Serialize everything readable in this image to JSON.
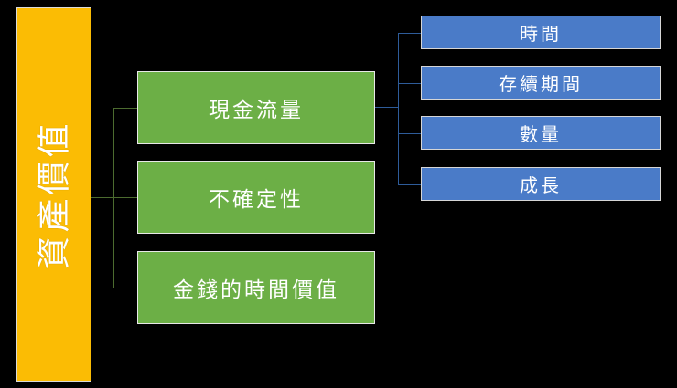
{
  "diagram": {
    "type": "hierarchy-tree",
    "orientation": "left-to-right",
    "background_color": "#000000",
    "root": {
      "label": "資產價值",
      "color": "#FBBC04",
      "text_color": "#FFFFFF",
      "text_orientation": "vertical-rotated-90ccw"
    },
    "level2": {
      "color": "#6CAF46",
      "text_color": "#FFFFFF",
      "connector_color": "#4C6B2F",
      "nodes": [
        {
          "label": "現金流量"
        },
        {
          "label": "不確定性"
        },
        {
          "label": "金錢的時間價值"
        }
      ]
    },
    "level3": {
      "color": "#4A7BC8",
      "text_color": "#FFFFFF",
      "connector_color": "#2E5C9A",
      "parent": "現金流量",
      "nodes": [
        {
          "label": "時間"
        },
        {
          "label": "存續期間"
        },
        {
          "label": "數量"
        },
        {
          "label": "成長"
        }
      ]
    }
  }
}
